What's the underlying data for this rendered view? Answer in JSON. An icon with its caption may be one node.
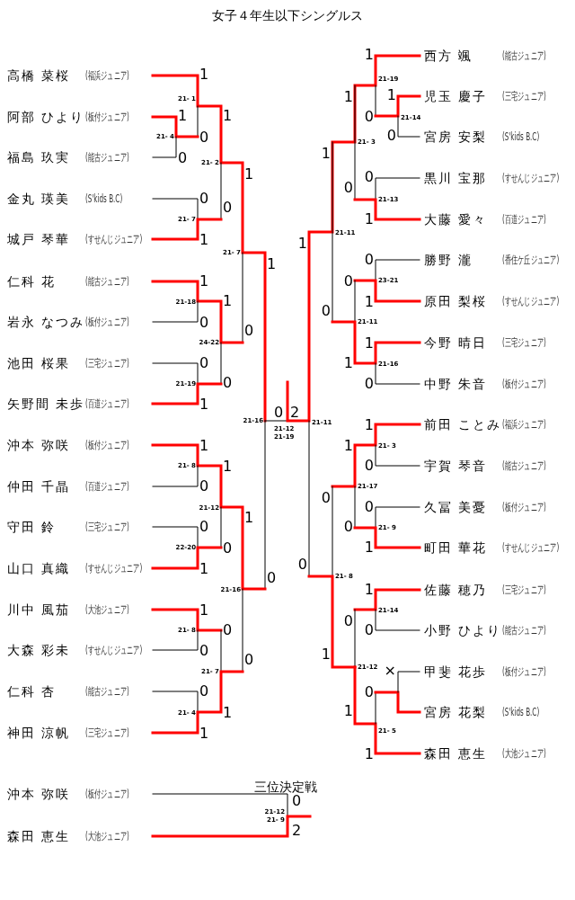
{
  "diagram": {
    "title": "女子４年生以下シングルス",
    "nodes": [
      {
        "text": [
          "高橋 菜桜",
          "(福浜ジュニア)"
        ]
      },
      {
        "text": [
          "阿部 ひより",
          "(板付ジュニア)"
        ]
      },
      {
        "text": [
          "福島 玖実",
          "(能古ジュニア)"
        ]
      },
      {
        "text": [
          "金丸 瑛美",
          "(S'kids B.C)"
        ]
      },
      {
        "text": [
          "城戸 琴華",
          "(すせんじジュニア)"
        ]
      },
      {
        "text": [
          "仁科 花",
          "(能古ジュニア)"
        ]
      },
      {
        "text": [
          "岩永 なつみ",
          "(板付ジュニア)"
        ]
      },
      {
        "text": [
          "池田 桜果",
          "(三宅ジュニア)"
        ]
      },
      {
        "text": [
          "矢野間 未歩",
          "(百道ジュニア)"
        ]
      },
      {
        "text": [
          "沖本 弥咲",
          "(板付ジュニア)"
        ]
      },
      {
        "text": [
          "仲田 千晶",
          "(百道ジュニア)"
        ]
      },
      {
        "text": [
          "守田 鈴",
          "(三宅ジュニア)"
        ]
      },
      {
        "text": [
          "山口 真織",
          "(すせんじジュニア)"
        ]
      },
      {
        "text": [
          "川中 風茄",
          "(大池ジュニア)"
        ]
      },
      {
        "text": [
          "大森 彩未",
          "(すせんじジュニア)"
        ]
      },
      {
        "text": [
          "仁科 杏",
          "(能古ジュニア)"
        ]
      },
      {
        "text": [
          "神田 涼帆",
          "(三宅ジュニア)"
        ]
      },
      {
        "text": [
          "西方 颯",
          "(能古ジュニア)"
        ]
      },
      {
        "text": [
          "児玉 慶子",
          "(三宅ジュニア)"
        ]
      },
      {
        "text": [
          "宮房 安梨",
          "(S'kids B.C)"
        ]
      },
      {
        "text": [
          "黒川 宝那",
          "(すせんじジュニア)"
        ]
      },
      {
        "text": [
          "大藤 愛々",
          "(百道ジュニア)"
        ]
      },
      {
        "text": [
          "勝野 瀧",
          "(香住ケ丘ジュニア)"
        ]
      },
      {
        "text": [
          "原田 梨桜",
          "(すせんじジュニア)"
        ]
      },
      {
        "text": [
          "今野 晴日",
          "(三宅ジュニア)"
        ]
      },
      {
        "text": [
          "中野 朱音",
          "(板付ジュニア)"
        ]
      },
      {
        "text": [
          "前田 ことみ",
          "(福浜ジュニア)"
        ]
      },
      {
        "text": [
          "宇賀 琴音",
          "(能古ジュニア)"
        ]
      },
      {
        "text": [
          "久冨 美憂",
          "(板付ジュニア)"
        ]
      },
      {
        "text": [
          "町田 華花",
          "(すせんじジュニア)"
        ]
      },
      {
        "text": [
          "佐藤 穂乃",
          "(三宅ジュニア)"
        ]
      },
      {
        "text": [
          "小野 ひより",
          "(能古ジュニア)"
        ]
      },
      {
        "text": [
          "甲斐 花歩",
          "(板付ジュニア)"
        ]
      },
      {
        "text": [
          "宮房 花梨",
          "(S'kids B.C)"
        ]
      },
      {
        "text": [
          "森田 恵生",
          "(大池ジュニア)"
        ]
      },
      {
        "text": [
          "沖本 弥咲",
          "(板付ジュニア)"
        ]
      },
      {
        "text": [
          "森田 恵生",
          "(大池ジュニア)"
        ]
      }
    ],
    "labels": [
      "1",
      "21- 1",
      "1",
      "21- 4",
      "0",
      "0",
      "1",
      "21- 2",
      "0",
      "0",
      "21- 7",
      "1",
      "1",
      "21- 7",
      "1",
      "1",
      "1",
      "21-18",
      "0",
      "0",
      "24-22",
      "0",
      "0",
      "21-19",
      "1",
      "0",
      "2",
      "21-16",
      "21-11",
      "21-12",
      "21-19",
      "1",
      "21- 8",
      "1",
      "0",
      "21-12",
      "1",
      "0",
      "22-20",
      "0",
      "1",
      "0",
      "21-16",
      "1",
      "0",
      "21- 8",
      "0",
      "0",
      "21- 7",
      "0",
      "1",
      "21- 4",
      "1",
      "1",
      "21-19",
      "1",
      "0",
      "21-14",
      "0",
      "1",
      "21- 3",
      "1",
      "0",
      "0",
      "21-13",
      "1",
      "1",
      "21-11",
      "0",
      "0",
      "23-21",
      "1",
      "0",
      "21-11",
      "1",
      "1",
      "21-16",
      "0",
      "1",
      "1",
      "21- 3",
      "0",
      "21-17",
      "0",
      "0",
      "0",
      "21- 9",
      "1",
      "0",
      "21- 8",
      "1",
      "21-14",
      "0",
      "0",
      "21-12",
      "×",
      "1",
      "0",
      "1",
      "21- 5",
      "1",
      "三位決定戦",
      "0",
      "21-12",
      "21- 9",
      "2"
    ]
  }
}
